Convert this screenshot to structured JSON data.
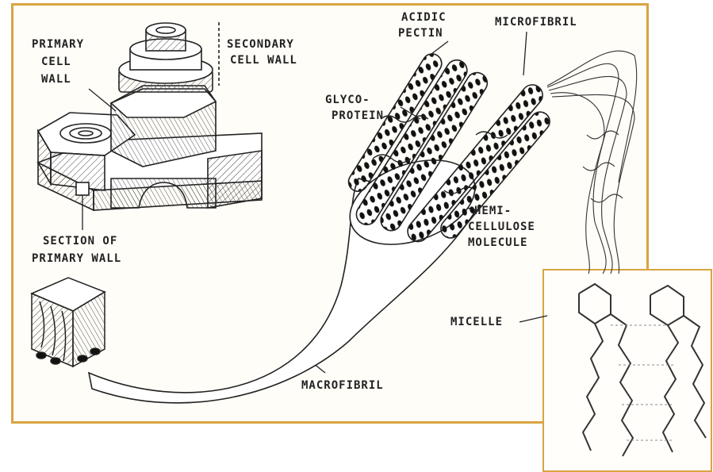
{
  "labels": {
    "primary_cell_wall": [
      "PRIMARY",
      "CELL",
      "WALL"
    ],
    "secondary_cell_wall": [
      "SECONDARY",
      "CELL WALL"
    ],
    "acidic_pectin": [
      "ACIDIC",
      "PECTIN"
    ],
    "microfibril": "MICROFIBRIL",
    "glycoprotein": [
      "GLYCO-",
      "PROTEIN"
    ],
    "hemicellulose": [
      "HEMI-",
      "CELLULOSE",
      "MOLECULE"
    ],
    "section_of_primary_wall": [
      "SECTION OF",
      "PRIMARY WALL"
    ],
    "micelle": "MICELLE",
    "macrofibril": "MACROFIBRIL"
  },
  "colors": {
    "frame": "#d9a441",
    "ink": "#222222"
  }
}
